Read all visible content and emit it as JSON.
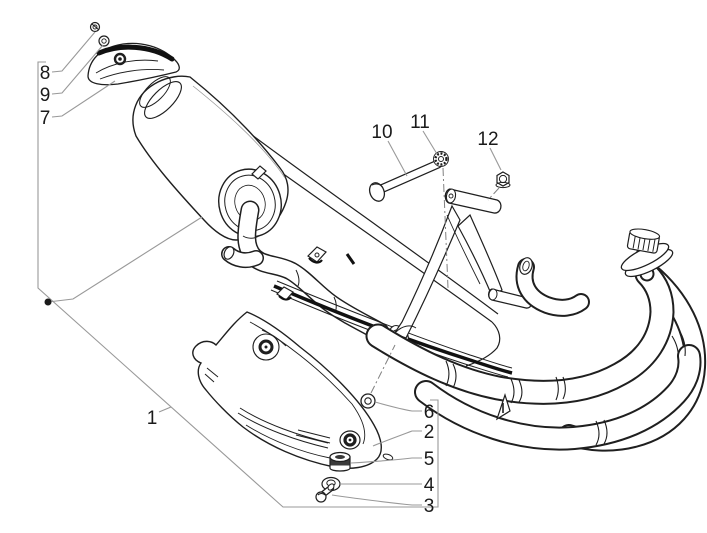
{
  "diagram": {
    "background_color": "#ffffff",
    "stroke_color": "#1f1f1f",
    "heavy_stroke_color": "#111111",
    "leader_color": "#999999",
    "centerline_color": "#808080",
    "label_color": "#1a1a1a",
    "callouts": {
      "left_group": [
        {
          "text": "8"
        },
        {
          "text": "9"
        },
        {
          "text": "7"
        }
      ],
      "assembly": [
        {
          "text": "1"
        }
      ],
      "top_group": [
        {
          "text": "10"
        },
        {
          "text": "11"
        },
        {
          "text": "12"
        }
      ],
      "right_group": [
        {
          "text": "6"
        },
        {
          "text": "2"
        },
        {
          "text": "5"
        },
        {
          "text": "4"
        },
        {
          "text": "3"
        }
      ]
    }
  }
}
